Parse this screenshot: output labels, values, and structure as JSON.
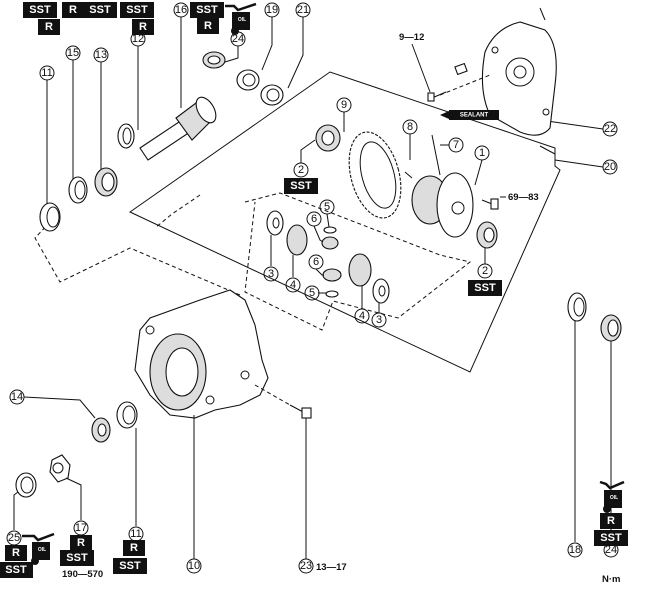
{
  "callouts": {
    "c1": "1",
    "c2a": "2",
    "c2b": "2",
    "c3a": "3",
    "c3b": "3",
    "c4a": "4",
    "c4b": "4",
    "c5a": "5",
    "c5b": "5",
    "c6a": "6",
    "c6b": "6",
    "c7": "7",
    "c8": "8",
    "c9": "9",
    "c10": "10",
    "c11a": "11",
    "c11b": "11",
    "c12": "12",
    "c13": "13",
    "c14": "14",
    "c15": "15",
    "c16": "16",
    "c17": "17",
    "c18": "18",
    "c19": "19",
    "c20": "20",
    "c21": "21",
    "c22": "22",
    "c23": "23",
    "c24a": "24",
    "c24b": "24",
    "c25": "25"
  },
  "badges": {
    "sst": "SST",
    "r": "R",
    "oil": "OIL",
    "sealant": "SEALANT"
  },
  "torques": {
    "t_9_12": "9—12",
    "t_69_83": "69—83",
    "t_13_17": "13—17",
    "t_190_570": "190—570",
    "unit": "N·m"
  }
}
